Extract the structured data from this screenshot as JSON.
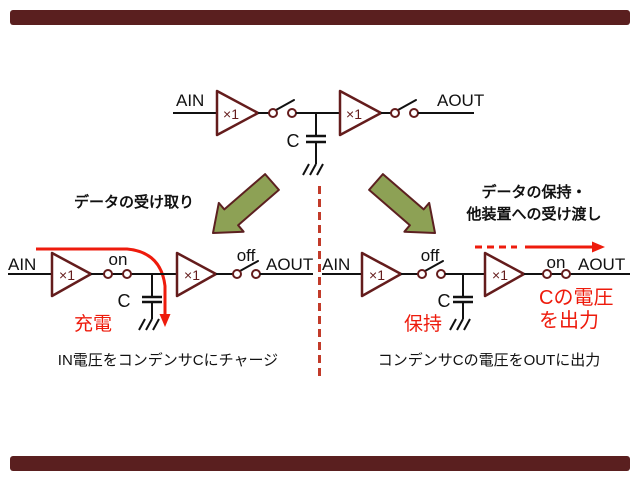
{
  "colors": {
    "circuit_maroon": "#641c1c",
    "wire_black": "#111111",
    "accent_red": "#ee1b0c",
    "divider_red": "#c23b2a",
    "arrow_green_fill": "#8da155",
    "arrow_green_outline": "#5c2020",
    "frame_bar_maroon": "#5a1f1f",
    "background": "#ffffff"
  },
  "top_circuit": {
    "input_label": "AIN",
    "buffer1_gain": "×1",
    "buffer2_gain": "×1",
    "cap_label": "C",
    "output_label": "AOUT"
  },
  "transition": {
    "left_label": "データの受け取り",
    "right_label_line1": "データの保持・",
    "right_label_line2": "他装置への受け渡し"
  },
  "left_circuit": {
    "input_label": "AIN",
    "buffer1_gain": "×1",
    "switch_in_state": "on",
    "cap_label": "C",
    "cap_state": "充電",
    "buffer2_gain": "×1",
    "switch_out_state": "off",
    "output_label": "AOUT",
    "caption": "IN電圧をコンデンサCにチャージ"
  },
  "right_circuit": {
    "input_label": "AIN",
    "buffer1_gain": "×1",
    "switch_in_state": "off",
    "cap_label": "C",
    "cap_state": "保持",
    "buffer2_gain": "×1",
    "switch_out_state": "on",
    "output_label": "AOUT",
    "output_note_line1": "Cの電圧",
    "output_note_line2": "を出力",
    "caption": "コンデンサCの電圧をOUTに出力"
  }
}
